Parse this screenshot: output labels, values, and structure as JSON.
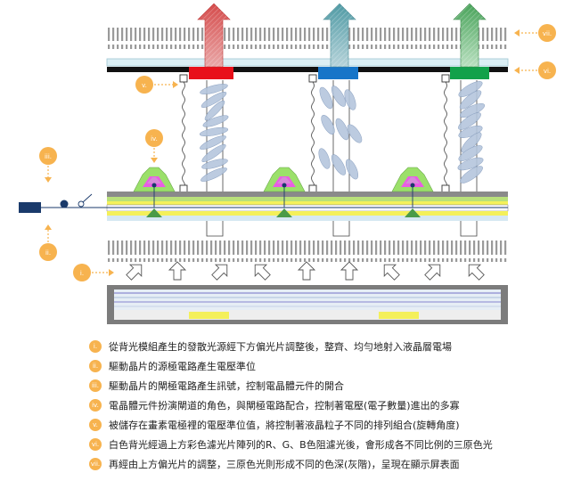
{
  "markers": [
    {
      "id": "i",
      "label": "i."
    },
    {
      "id": "ii",
      "label": "ii."
    },
    {
      "id": "iii",
      "label": "iii."
    },
    {
      "id": "iv",
      "label": "iv."
    },
    {
      "id": "v",
      "label": "v."
    },
    {
      "id": "vi",
      "label": "vi."
    },
    {
      "id": "vii",
      "label": "vii."
    }
  ],
  "legend": [
    {
      "marker": "i.",
      "text": "從背光模組產生的發散光源經下方偏光片調整後，整齊、均勻地射入液晶層電場"
    },
    {
      "marker": "ii.",
      "text": "驅動晶片的源極電路產生電壓準位"
    },
    {
      "marker": "iii.",
      "text": "驅動晶片的閘極電路產生訊號，控制電晶體元件的開合"
    },
    {
      "marker": "iv.",
      "text": "電晶體元件扮演閘道的角色，與閘極電路配合，控制著電壓(電子數量)進出的多寡"
    },
    {
      "marker": "v.",
      "text": "被儲存在畫素電極裡的電壓準位值，將控制著液晶粒子不同的排列組合(旋轉角度)"
    },
    {
      "marker": "vi.",
      "text": "白色背光經過上方彩色濾光片陣列的R、G、B色阻濾光後，會形成各不同比例的三原色光"
    },
    {
      "marker": "vii.",
      "text": "再經由上方偏光片的調整，三原色光則形成不同的色深(灰階)，呈現在顯示屏表面"
    }
  ],
  "colors": {
    "marker": "#f7b34f",
    "red": "#e8101a",
    "blue": "#1775c8",
    "green": "#12a14a",
    "panel_gray": "#7c7c7c",
    "yellow": "#f4f05a",
    "lc": "#a9bcd6"
  }
}
